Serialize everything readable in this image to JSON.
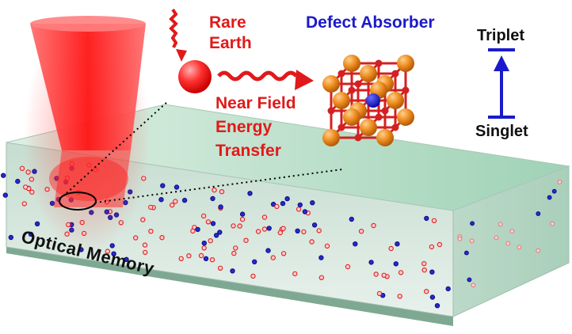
{
  "labels": {
    "rare_earth_line1": "Rare",
    "rare_earth_line2": "Earth",
    "transfer_line1": "Near Field",
    "transfer_line2": "Energy",
    "transfer_line3": "Transfer",
    "defect_absorber": "Defect Absorber",
    "triplet": "Triplet",
    "singlet": "Singlet",
    "optical_memory": "Optical Memory"
  },
  "colors": {
    "rare_earth": "#e01a1a",
    "defect": "#1a1acc",
    "laser": "#ff2020",
    "slab_top": "#cfe9d8",
    "slab_side": "#b5d3c2",
    "atom_orange": "#e8861e",
    "bond_red": "#d42020"
  }
}
